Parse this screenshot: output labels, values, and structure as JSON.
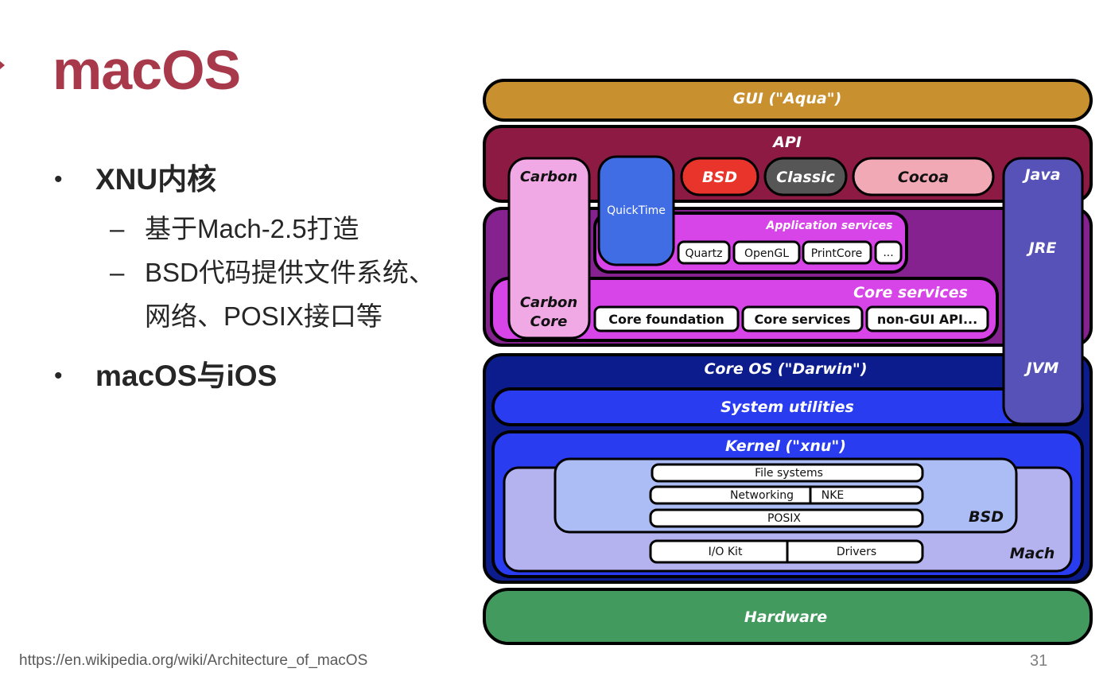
{
  "slide": {
    "title": "macOS",
    "bullets": [
      {
        "text": "XNU内核"
      },
      {
        "text": "macOS与iOS"
      }
    ],
    "sub_bullets": [
      {
        "dash": "–",
        "text": "基于Mach-2.5打造"
      },
      {
        "dash": "–",
        "text": "BSD代码提供文件系统、",
        "cont": "网络、POSIX接口等"
      }
    ],
    "footer_url": "https://en.wikipedia.org/wiki/Architecture_of_macOS",
    "page_number": "31"
  },
  "diagram": {
    "gui": "GUI (\"Aqua\")",
    "api": "API",
    "carbon": "Carbon",
    "quicktime": "QuickTime",
    "bsd_api": "BSD",
    "classic": "Classic",
    "cocoa": "Cocoa",
    "java": "Java",
    "jre": "JRE",
    "jvm": "JVM",
    "app_services": "Application services",
    "quartz": "Quartz",
    "opengl": "OpenGL",
    "printcore": "PrintCore",
    "ellipsis": "...",
    "core_services_label": "Core services",
    "carbon_core_1": "Carbon",
    "carbon_core_2": "Core",
    "core_foundation": "Core foundation",
    "core_services_box": "Core services",
    "non_gui_api": "non-GUI API...",
    "core_os": "Core OS (\"Darwin\")",
    "system_utilities": "System utilities",
    "kernel": "Kernel (\"xnu\")",
    "file_systems": "File systems",
    "networking": "Networking",
    "nke": "NKE",
    "posix": "POSIX",
    "bsd_kernel": "BSD",
    "io_kit": "I/O Kit",
    "drivers": "Drivers",
    "mach": "Mach",
    "hardware": "Hardware",
    "colors": {
      "gui": "#c8902f",
      "api": "#8c1a42",
      "app_layer": "#86228f",
      "core_services_layer": "#d744e8",
      "core_os": "#0c1c8c",
      "system_utilities": "#2a3cf0",
      "kernel": "#2a3cf0",
      "mach": "#b5b2f0",
      "bsd_kernel": "#acbcf5",
      "hardware": "#439a5f",
      "java": "#5752b7",
      "quicktime": "#406ce4",
      "bsd_api": "#e8342a",
      "classic": "#565656",
      "cocoa": "#f2a9b6",
      "carbon": "#f0a9e4"
    }
  }
}
